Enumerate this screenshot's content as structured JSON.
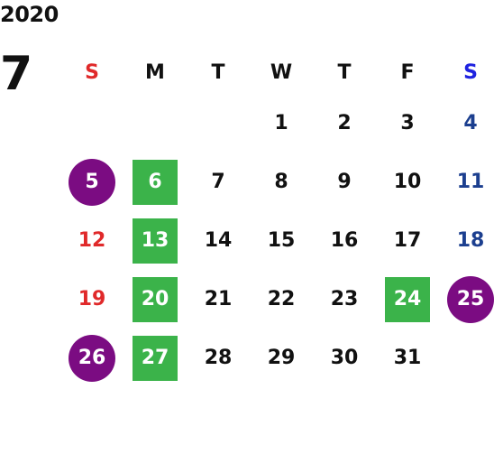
{
  "calendar": {
    "year": "2020",
    "month": "7",
    "weekdays": [
      "S",
      "M",
      "T",
      "W",
      "T",
      "F",
      "S"
    ],
    "weeks": [
      [
        "",
        "",
        "",
        "1",
        "2",
        "3",
        "4"
      ],
      [
        "5",
        "6",
        "7",
        "8",
        "9",
        "10",
        "11"
      ],
      [
        "12",
        "13",
        "14",
        "15",
        "16",
        "17",
        "18"
      ],
      [
        "19",
        "20",
        "21",
        "22",
        "23",
        "24",
        "25"
      ],
      [
        "26",
        "27",
        "28",
        "29",
        "30",
        "31",
        ""
      ]
    ],
    "highlight_green": [
      "6",
      "13",
      "20",
      "24",
      "27"
    ],
    "highlight_purple": [
      "5",
      "25",
      "26"
    ]
  },
  "colors": {
    "sunday": "#e0292a",
    "saturday": "#1c3f8f",
    "green_highlight": "#3bb34a",
    "purple_highlight": "#7b0c82"
  }
}
